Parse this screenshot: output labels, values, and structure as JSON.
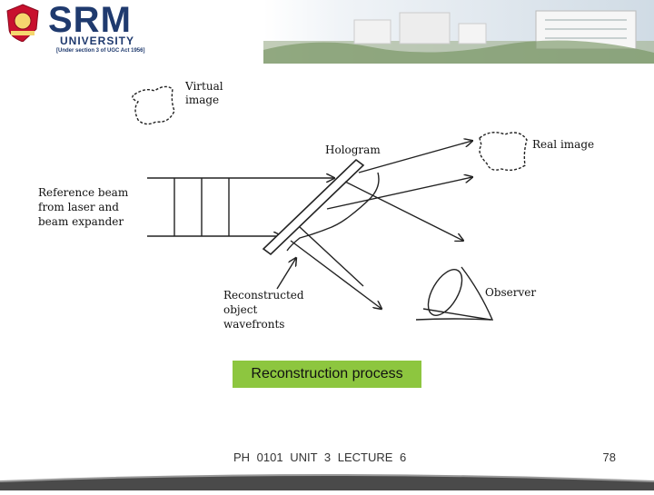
{
  "header": {
    "logo_title": "SRM",
    "logo_subtitle": "UNIVERSITY",
    "logo_note": "[Under section 3 of UGC Act 1956]"
  },
  "diagram": {
    "labels": {
      "virtual_image": [
        "Virtual",
        "image"
      ],
      "hologram": "Hologram",
      "real_image": "Real image",
      "reference_beam": [
        "Reference beam",
        "from laser and",
        "beam expander"
      ],
      "reconstructed": [
        "Reconstructed",
        "object",
        "wavefronts"
      ],
      "observer": "Observer"
    }
  },
  "caption": "Reconstruction process",
  "footer": {
    "course": "PH 0101   UNIT  3    LECTURE 6",
    "page_number": "78"
  }
}
